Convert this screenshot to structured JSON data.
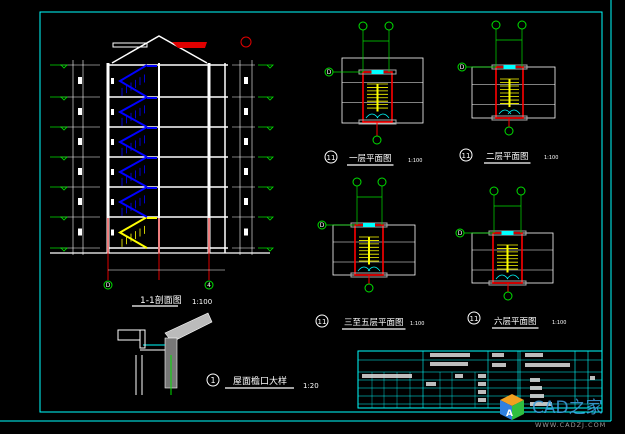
{
  "colors": {
    "background": "#000000",
    "frame": "#00ffff",
    "wall": "#ffffff",
    "stair": "#0000ff",
    "stair_ground": "#ffff00",
    "axis": "#00e000",
    "cut": "#ff0000",
    "watermark": "#3fa0e0"
  },
  "section": {
    "title": "1-1剖面图",
    "scale": "1:100",
    "axis_left": "D",
    "axis_right": "4",
    "floors": 6
  },
  "detail": {
    "number": "1",
    "title": "屋面檐口大样",
    "scale": "1:20"
  },
  "plans": [
    {
      "number": "11",
      "title": "一层平面图",
      "scale": "1:100",
      "axis": "D"
    },
    {
      "number": "11",
      "title": "二层平面图",
      "scale": "1:100",
      "axis": "D"
    },
    {
      "number": "11",
      "title": "三至五层平面图",
      "scale": "1:100",
      "axis": "D"
    },
    {
      "number": "11",
      "title": "六层平面图",
      "scale": "1:100",
      "axis": "D"
    }
  ],
  "watermark": {
    "brand": "CAD之家",
    "url": "WWW.CADZJ.COM"
  }
}
